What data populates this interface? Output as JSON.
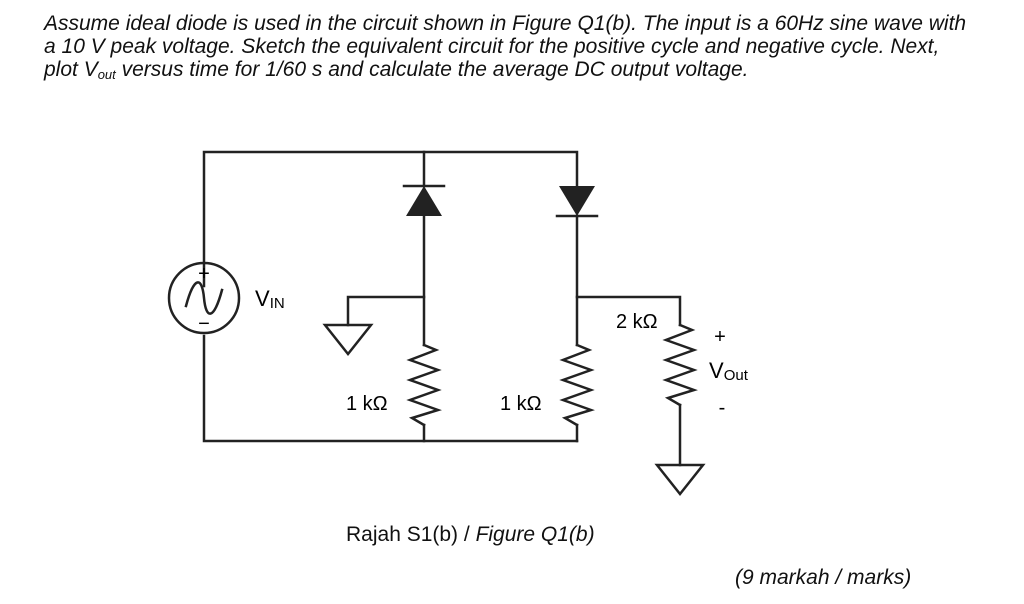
{
  "question": {
    "part1": "Assume ideal diode is used in the circuit shown in Figure Q1(b). The input is a 60Hz sine wave with a 10 V peak voltage. Sketch the equivalent circuit for the positive cycle and negative cycle. Next, plot V",
    "sub": "out",
    "part2": " versus time for 1/60 s and calculate the average DC output voltage."
  },
  "circuit": {
    "source_label": "V",
    "source_label_sub": "IN",
    "source_plus": "+",
    "source_minus": "−",
    "r1_label": "1 kΩ",
    "r2_label": "1 kΩ",
    "r3_label": "2 kΩ",
    "vout_plus": "+",
    "vout_label": "V",
    "vout_label_sub": "Out",
    "vout_minus": "-"
  },
  "caption": {
    "malay": "Rajah S1(b) / ",
    "english": "Figure Q1(b)"
  },
  "marks": "(9 markah / marks)"
}
